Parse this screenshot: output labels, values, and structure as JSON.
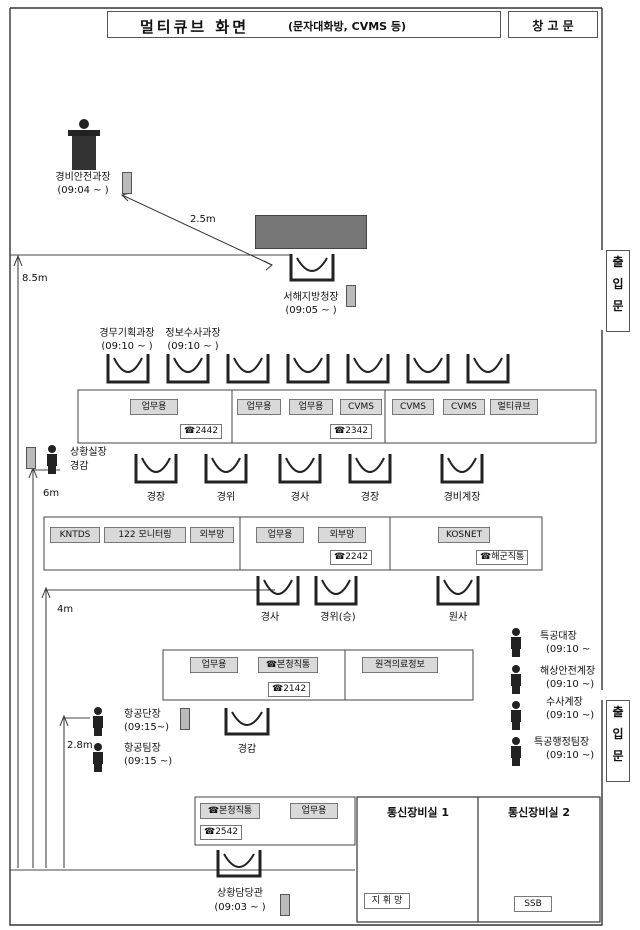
{
  "header": {
    "title": "멀티큐브 화면",
    "subtitle": "(문자대화방, CVMS 등)",
    "warehouse_door": "창 고 문"
  },
  "doors": {
    "right_upper": [
      "출",
      "입",
      "문"
    ],
    "right_lower": [
      "출",
      "입",
      "문"
    ]
  },
  "distances": {
    "d1": "2.5m",
    "d2": "8.5m",
    "d3": "6m",
    "d4": "4m",
    "d5": "2.8m"
  },
  "people": {
    "guard_section_chief": {
      "title": "경비안전과장",
      "time": "(09:04 ~ )"
    },
    "west_sea_commissioner": {
      "title": "서해지방청장",
      "time": "(09:05 ~ )"
    },
    "police_planning_chief": {
      "title": "경무기획과장",
      "time": "(09:10 ~ )"
    },
    "intel_investigation_chief": {
      "title": "정보수사과장",
      "time": "(09:10 ~ )"
    },
    "situation_room_chief": {
      "title": "상황실장",
      "rank": "경감"
    },
    "special_leader": {
      "title": "특공대장",
      "time": "(09:10 ~"
    },
    "maritime_safety_chief": {
      "title": "해상안전계장",
      "time": "(09:10 ~)"
    },
    "investigation_chief": {
      "title": "수사계장",
      "time": "(09:10 ~)"
    },
    "special_admin_leader": {
      "title": "특공행정팀장",
      "time": "(09:10 ~)"
    },
    "aviation_leader": {
      "title": "항공단장",
      "time": "(09:15~)"
    },
    "aviation_team_leader": {
      "title": "항공팀장",
      "time": "(09:15 ~)"
    },
    "situation_officer": {
      "title": "상황담당관",
      "time": "(09:03 ~ )"
    }
  },
  "row1": {
    "labels": [
      "업무용",
      "업무용",
      "업무용",
      "CVMS",
      "CVMS",
      "CVMS",
      "멀티큐브"
    ],
    "phones": [
      "☎2442",
      "☎2342"
    ]
  },
  "row2": {
    "seats": [
      "경장",
      "경위",
      "경사",
      "경장",
      "경비계장"
    ]
  },
  "row3": {
    "labels": [
      "KNTDS",
      "122 모니터링",
      "외부망",
      "업무용",
      "외부망",
      "KOSNET"
    ],
    "phones": [
      "☎2242",
      "☎해군직통"
    ]
  },
  "row4": {
    "seats": [
      "경사",
      "경위(승)",
      "원사"
    ]
  },
  "row5": {
    "labels": [
      "업무용",
      "☎본청직통",
      "원격의료정보"
    ],
    "phone": "☎2142"
  },
  "aviation_seat": "경감",
  "row6": {
    "labels": [
      "☎본청직통",
      "업무용"
    ],
    "phone": "☎2542"
  },
  "comm_rooms": {
    "room1": "통신장비실 1",
    "room2": "통신장비실 2",
    "equip1": "지 휘 망",
    "equip2": "SSB"
  }
}
